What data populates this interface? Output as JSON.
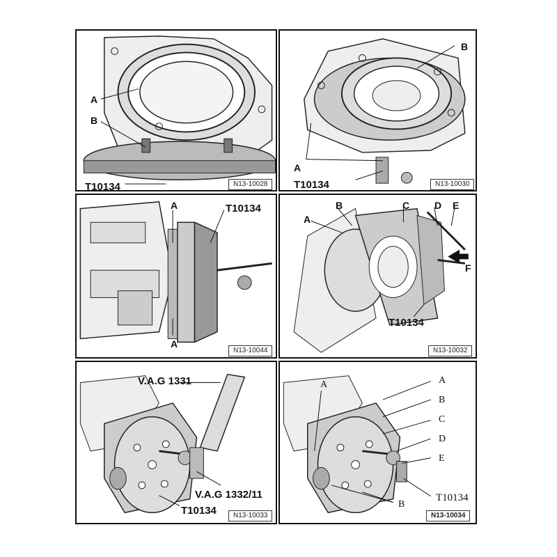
{
  "panels": [
    {
      "labels": {
        "A": "A",
        "B": "B",
        "tool": "T10134"
      },
      "code": "N13-10028"
    },
    {
      "labels": {
        "A": "A",
        "B": "B",
        "tool": "T10134"
      },
      "code": "N13-10030"
    },
    {
      "labels": {
        "A_top": "A",
        "A_bottom": "A",
        "tool": "T10134"
      },
      "code": "N13-10044"
    },
    {
      "labels": {
        "A": "A",
        "B": "B",
        "C": "C",
        "D": "D",
        "E": "E",
        "F": "F",
        "tool": "T10134"
      },
      "code": "N13-10032"
    },
    {
      "labels": {
        "wrench": "V.A.G 1331",
        "adapter": "V.A.G 1332/11",
        "tool": "T10134"
      },
      "code": "N13-10033"
    },
    {
      "labels": {
        "A_left": "A",
        "A": "A",
        "B": "B",
        "C": "C",
        "D": "D",
        "E": "E",
        "B_bottom": "B",
        "tool": "T10134"
      },
      "code": "N13-10034"
    }
  ]
}
